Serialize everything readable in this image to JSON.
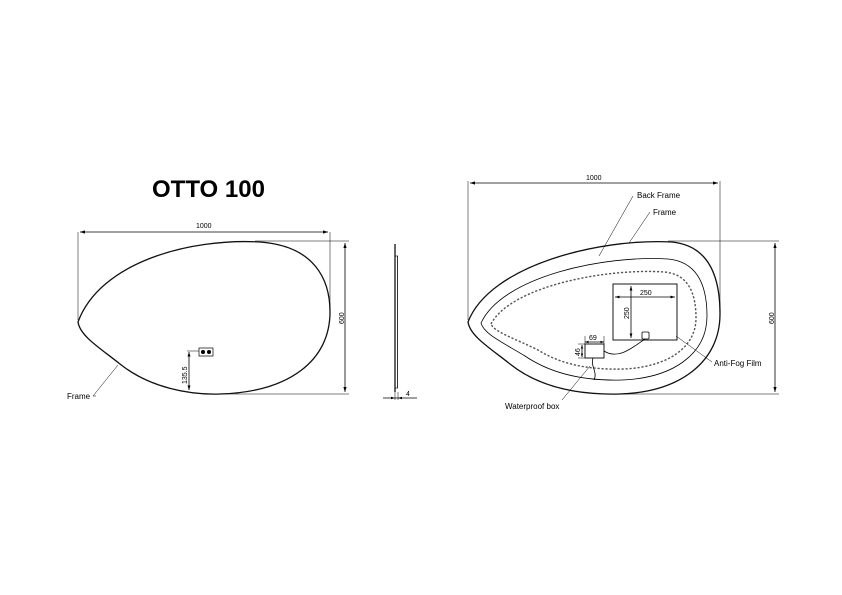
{
  "title": "OTTO 100",
  "left_view": {
    "width_dim": "1000",
    "height_dim": "600",
    "offset_dim": "135.5",
    "frame_label": "Frame"
  },
  "side_view": {
    "depth_dim": "4"
  },
  "right_view": {
    "width_dim": "1000",
    "height_dim": "600",
    "back_frame_label": "Back Frame",
    "frame_label": "Frame",
    "antifog_width_dim": "250",
    "antifog_height_dim": "250",
    "antifog_label": "Anti-Fog Film",
    "box_width_dim": "69",
    "box_height_dim": "46",
    "waterproof_label": "Waterproof box"
  }
}
